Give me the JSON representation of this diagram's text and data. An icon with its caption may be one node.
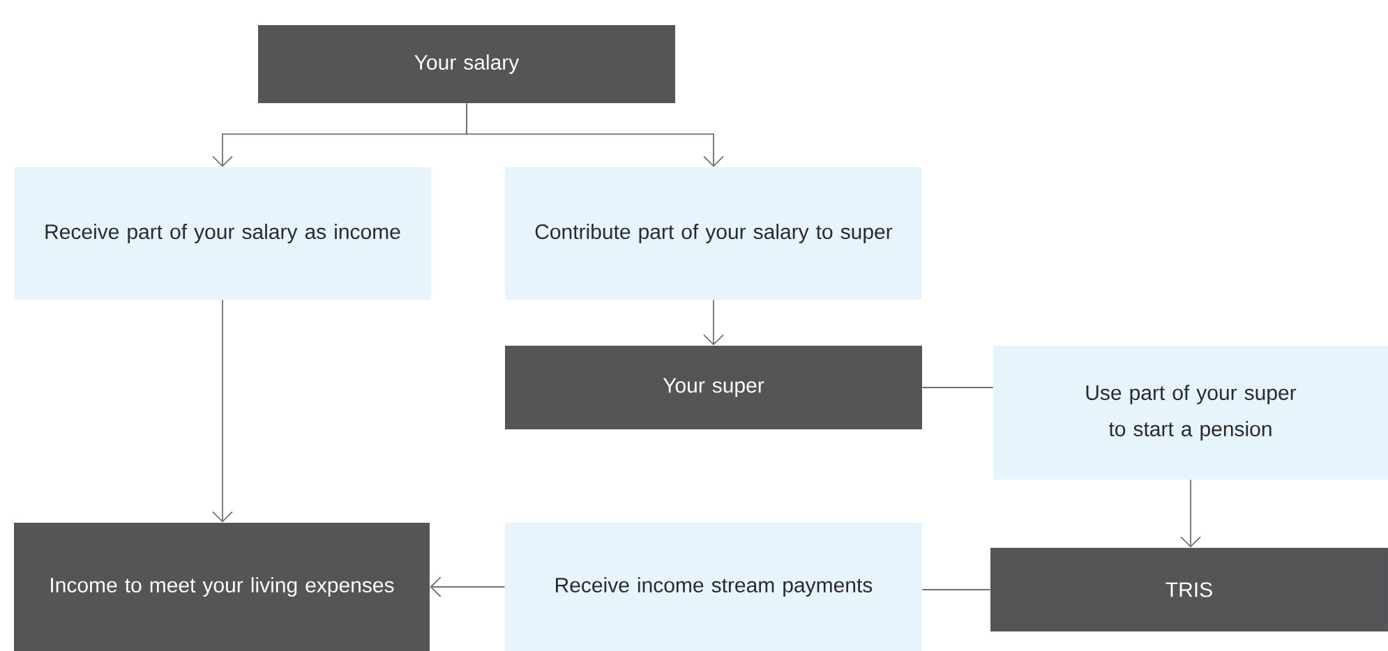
{
  "diagram": {
    "nodes": [
      {
        "text": [
          "Your salary"
        ]
      },
      {
        "text": [
          "Receive part of your salary as income"
        ]
      },
      {
        "text": [
          "Contribute part of your salary to super"
        ]
      },
      {
        "text": [
          "Your super"
        ]
      },
      {
        "text": [
          "Use part of your super to start a pension"
        ]
      },
      {
        "text": [
          "Income to meet your living expenses"
        ]
      },
      {
        "text": [
          "Receive income stream payments"
        ]
      },
      {
        "text": [
          "TRIS"
        ]
      }
    ],
    "edges": [
      {
        "from": 0,
        "to": 1,
        "arrow": "to"
      },
      {
        "from": 0,
        "to": 2,
        "arrow": "to"
      },
      {
        "from": 1,
        "to": 5,
        "arrow": "to"
      },
      {
        "from": 2,
        "to": 3,
        "arrow": "to"
      },
      {
        "from": 3,
        "to": 4,
        "arrow": "none"
      },
      {
        "from": 4,
        "to": 7,
        "arrow": "to"
      },
      {
        "from": 7,
        "to": 6,
        "arrow": "none"
      },
      {
        "from": 6,
        "to": 5,
        "arrow": "to"
      }
    ]
  }
}
